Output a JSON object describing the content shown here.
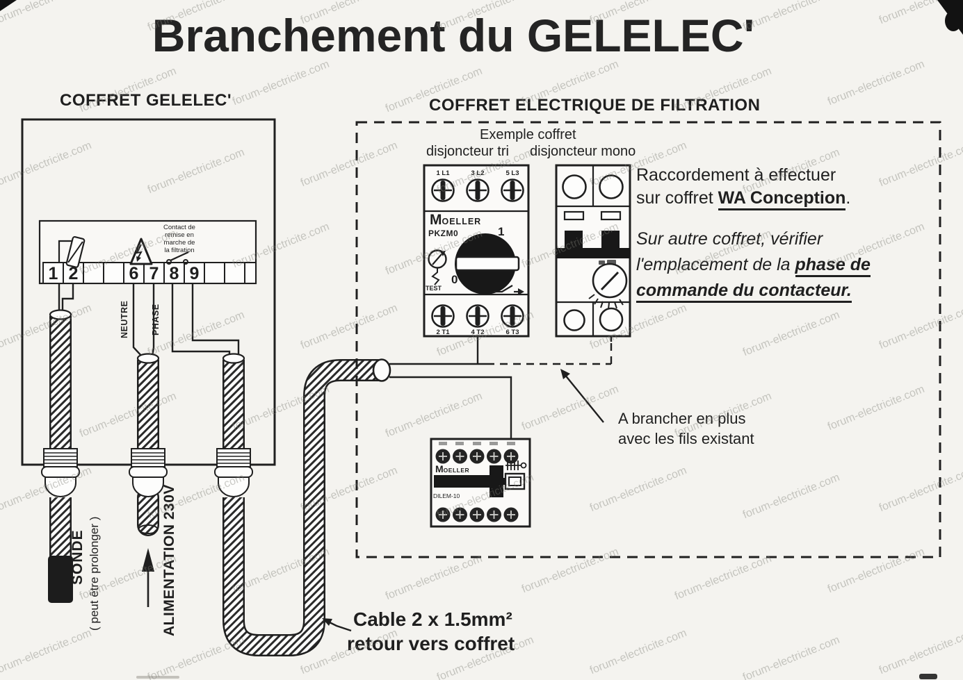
{
  "title": "Branchement du GELELEC'",
  "watermark": {
    "text": "forum-electricite.com"
  },
  "gelelec_box": {
    "label": "COFFRET GELELEC'",
    "terminals": [
      "1",
      "2",
      "",
      "",
      "6",
      "7",
      "8",
      "9",
      "",
      ""
    ],
    "contact_note": [
      "Contact de",
      "remise en",
      "marche de",
      "la filtration"
    ],
    "neutre_label": "NEUTRE",
    "phase_label": "PHASE",
    "sonde_label": "SONDE",
    "sonde_note": "( peut être prolonger )",
    "alimentation_label": "ALIMENTATION 230V"
  },
  "filtration_box": {
    "label": "COFFRET ELECTRIQUE DE FILTRATION",
    "example_title": "Exemple coffret",
    "example_tri": "disjoncteur tri",
    "example_mono": "disjoncteur mono",
    "tri_breaker": {
      "brand_initial": "M",
      "brand_rest": "OELLER",
      "model": "PKZM0",
      "top_terminals": [
        "1 L1",
        "3 L2",
        "5 L3"
      ],
      "bottom_terminals": [
        "2 T1",
        "4 T2",
        "6 T3"
      ],
      "on_label": "1",
      "off_label": "0",
      "test_label": "TEST"
    },
    "contactor": {
      "brand_initial": "M",
      "brand_rest": "OELLER",
      "model": "DILEM-10"
    },
    "raccordement_note": {
      "line1": "Raccordement à effectuer",
      "line2_prefix": "sur coffret ",
      "line2_emphasis": "WA Conception",
      "line2_suffix": "."
    },
    "autre_coffret_note": {
      "line1": "Sur autre coffret, vérifier",
      "line2_prefix": "l'emplacement de la ",
      "line2_emphasis": "phase de",
      "line3_emphasis": "commande du contacteur."
    },
    "brancher_note": {
      "line1": "A brancher en plus",
      "line2": "avec les fils existant"
    }
  },
  "cable_note": {
    "line1": "Cable 2 x 1.5mm²",
    "line2": "retour vers coffret"
  },
  "colors": {
    "ink": "#1f1f1f",
    "paper": "#f4f3ef",
    "watermark": "#8c8a86"
  }
}
